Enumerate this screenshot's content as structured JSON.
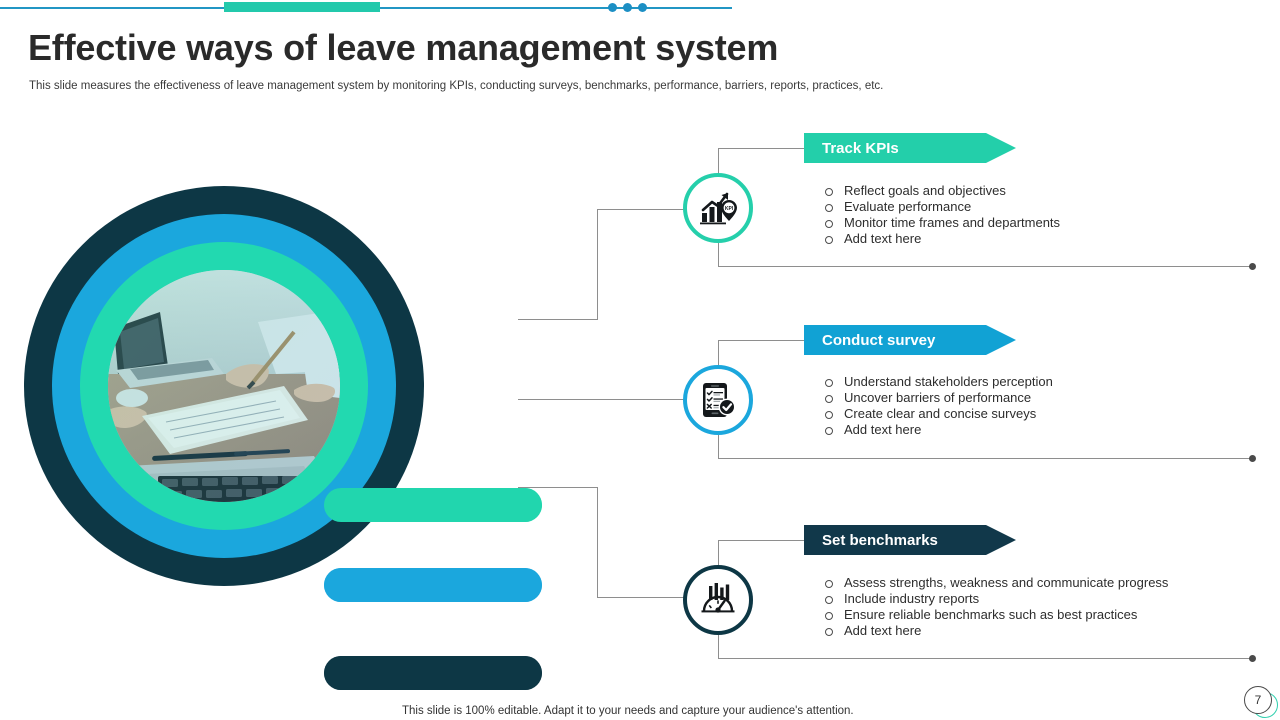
{
  "header": {
    "title": "Effective ways of leave management system",
    "subtitle": "This slide measures the effectiveness of leave management system by monitoring KPIs, conducting surveys, benchmarks, performance, barriers, reports, practices, etc."
  },
  "colors": {
    "teal": "#23cfaa",
    "blue": "#11a2d4",
    "navy": "#11384a",
    "line": "#8e8e8e",
    "top_line": "#2196c4",
    "top_accent": "#23c9ac"
  },
  "graphic": {
    "name": "concentric-rings-photo",
    "photo_alt": "hands writing in notebook beside laptops",
    "rings": [
      "#0d3745",
      "#1ba7dd",
      "#22d9b0"
    ]
  },
  "steps": [
    {
      "id": "track-kpis",
      "banner": "Track KPIs",
      "color": "#23cfaa",
      "icon": "kpi-growth-chart-icon",
      "bullets": [
        "Reflect goals and objectives",
        "Evaluate performance",
        "Monitor time frames and departments",
        "Add text here"
      ]
    },
    {
      "id": "conduct-survey",
      "banner": "Conduct survey",
      "color": "#11a2d4",
      "icon": "survey-checklist-mobile-icon",
      "bullets": [
        "Understand stakeholders perception",
        "Uncover barriers of performance",
        "Create clear and concise surveys",
        "Add text here"
      ]
    },
    {
      "id": "set-benchmarks",
      "banner": "Set benchmarks",
      "color": "#11384a",
      "icon": "benchmark-gauge-icon",
      "bullets": [
        "Assess strengths, weakness and communicate progress",
        "Include industry reports",
        "Ensure reliable benchmarks such as best practices",
        "Add text here"
      ]
    }
  ],
  "footer": {
    "note": "This slide is 100% editable. Adapt it to your needs and capture your audience's attention.",
    "page_number": "7"
  }
}
